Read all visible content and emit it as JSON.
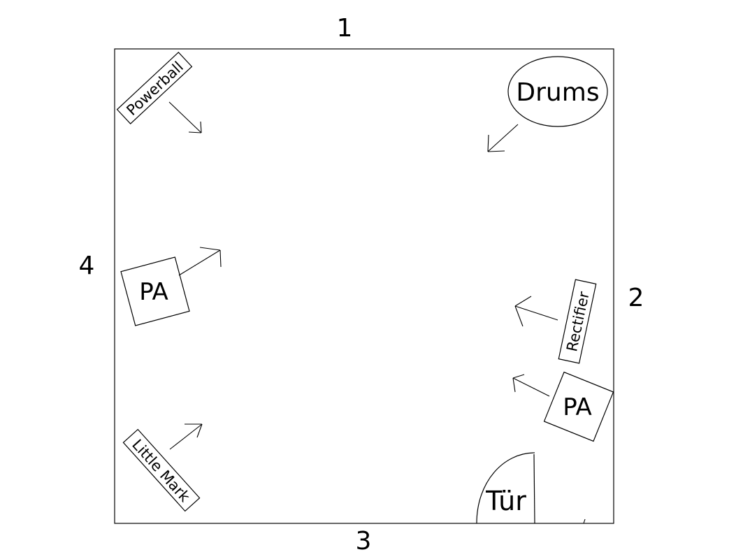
{
  "walls": {
    "top": "1",
    "right": "2",
    "bottom": "3",
    "left": "4"
  },
  "equipment": {
    "powerball": "Powerball",
    "drums": "Drums",
    "pa_left": "PA",
    "rectifier": "Rectifier",
    "pa_right": "PA",
    "little_mark": "Little Mark",
    "door": "Tür"
  }
}
